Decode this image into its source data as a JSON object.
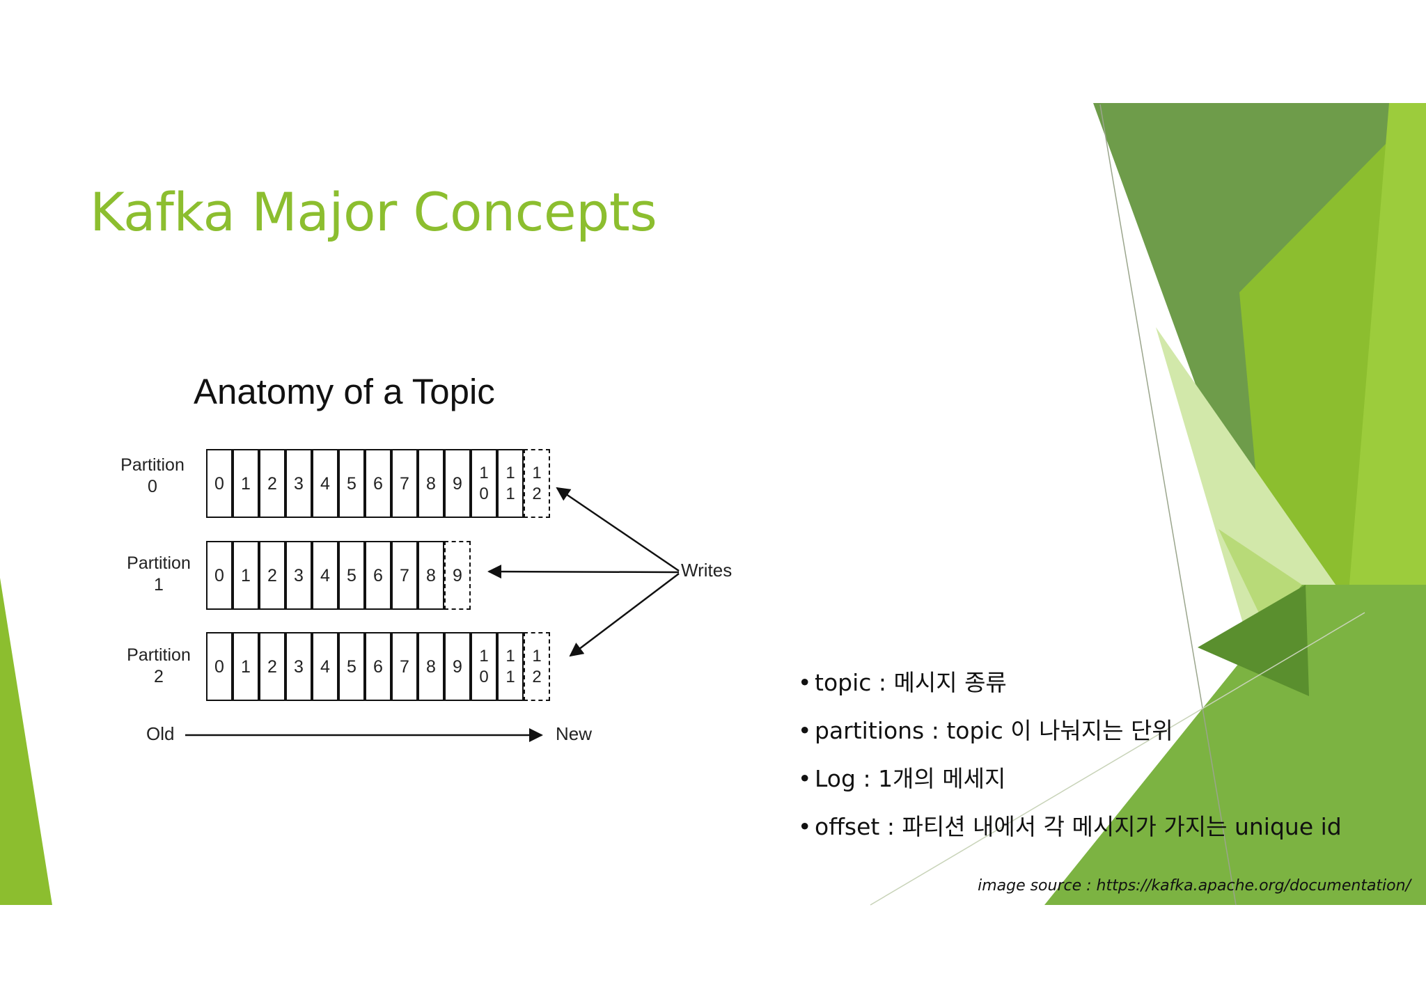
{
  "slide": {
    "title": "Kafka Major Concepts",
    "accent_color": "#8cbe2f",
    "image_source": "image source : https://kafka.apache.org/documentation/"
  },
  "diagram": {
    "title": "Anatomy of a Topic",
    "partitions": [
      {
        "label_line1": "Partition",
        "label_line2": "0",
        "cells": [
          "0",
          "1",
          "2",
          "3",
          "4",
          "5",
          "6",
          "7",
          "8",
          "9",
          "1\n0",
          "1\n1"
        ],
        "next": "1\n2"
      },
      {
        "label_line1": "Partition",
        "label_line2": "1",
        "cells": [
          "0",
          "1",
          "2",
          "3",
          "4",
          "5",
          "6",
          "7",
          "8"
        ],
        "next": "9"
      },
      {
        "label_line1": "Partition",
        "label_line2": "2",
        "cells": [
          "0",
          "1",
          "2",
          "3",
          "4",
          "5",
          "6",
          "7",
          "8",
          "9",
          "1\n0",
          "1\n1"
        ],
        "next": "1\n2"
      }
    ],
    "writes_label": "Writes",
    "old_label": "Old",
    "new_label": "New"
  },
  "bullets": [
    {
      "term": "topic",
      "desc": "메시지 종류"
    },
    {
      "term": "partitions",
      "desc": "topic 이 나눠지는 단위"
    },
    {
      "term": "Log",
      "desc": "1개의 메세지"
    },
    {
      "term": "offset",
      "desc": "파티션 내에서 각 메시지가 가지는 unique id"
    }
  ]
}
